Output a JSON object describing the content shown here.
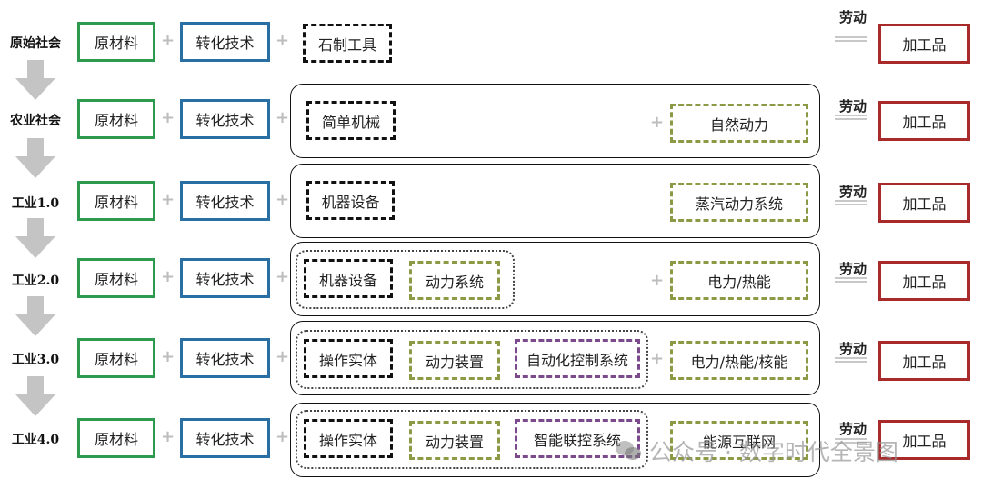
{
  "eras": [
    "原始社会",
    "农业社会",
    "工业1.0",
    "工业2.0",
    "工业3.0",
    "工业4.0"
  ],
  "common": {
    "raw_material": "原材料",
    "transform_tech": "转化技术",
    "labor": "劳动",
    "product": "加工品",
    "plus": "+"
  },
  "rows": [
    {
      "tool": "石制工具"
    },
    {
      "tool": "简单机械",
      "power": "自然动力"
    },
    {
      "tool": "机器设备",
      "power": "蒸汽动力系统"
    },
    {
      "tool": "机器设备",
      "sub": "动力系统",
      "power": "电力/热能"
    },
    {
      "tool": "操作实体",
      "sub": "动力装置",
      "control": "自动化控制系统",
      "power": "电力/热能/核能"
    },
    {
      "tool": "操作实体",
      "sub": "动力装置",
      "control": "智能联控系统",
      "power": "能源互联网"
    }
  ],
  "watermark": "公众号 · 数字时代全景图",
  "colors": {
    "material_border": "#2e9a4f",
    "tech_border": "#2a6fa3",
    "product_border": "#a82a2a",
    "tool_border": "#111111",
    "power_border": "#8b9b45",
    "control_border": "#7a4a8c"
  }
}
